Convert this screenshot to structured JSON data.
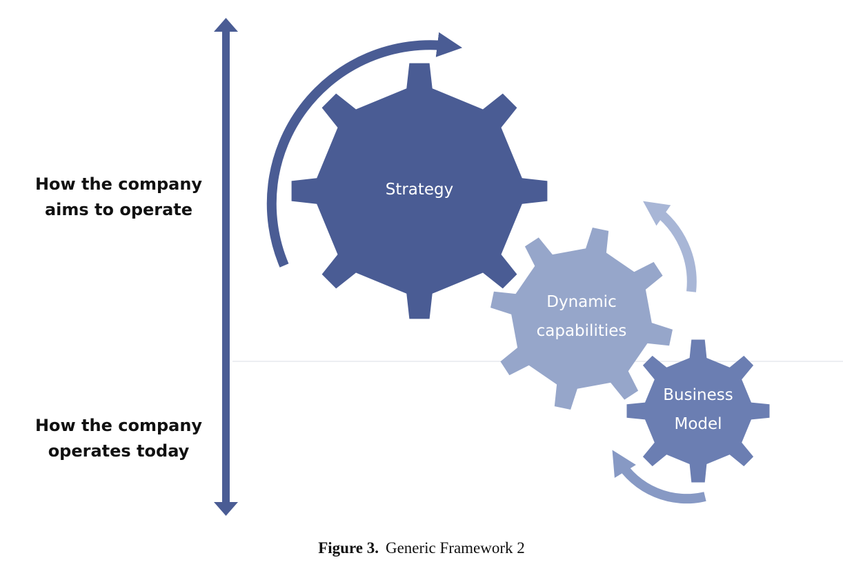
{
  "labels": {
    "top": "How the company\naims to operate",
    "bottom": "How the company\noperates today"
  },
  "gears": {
    "strategy": {
      "line1": "Strategy"
    },
    "dynamic": {
      "line1": "Dynamic",
      "line2": "capabilities"
    },
    "business": {
      "line1": "Business",
      "line2": "Model"
    }
  },
  "caption": {
    "number": "Figure 3.",
    "title": "Generic Framework 2"
  },
  "colors": {
    "strategy": "#4a5c94",
    "dynamic": "#96a6ca",
    "business": "#6b7eb2",
    "strategy_arrow": "#4a5c94",
    "dynamic_arrow": "#a8b6d6",
    "business_arrow": "#8799c4",
    "axis": "#4a5c94",
    "divider": "#e6e8ee"
  },
  "icons": {
    "axis": "double-headed-vertical-arrow",
    "strategy_arrow": "curved-clockwise-arrow",
    "dynamic_arrow": "curved-counterclockwise-arrow",
    "business_arrow": "curved-clockwise-arrow"
  }
}
